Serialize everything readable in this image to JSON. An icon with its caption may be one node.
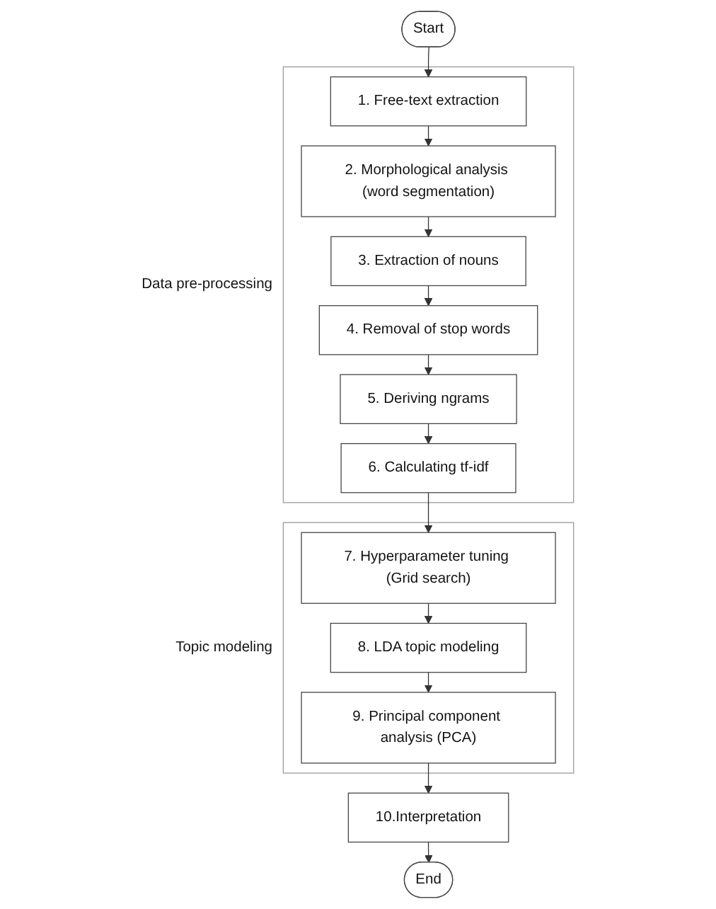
{
  "diagram": {
    "nodes": [
      {
        "text": [
          "Start"
        ]
      },
      {
        "text": [
          "Data pre-processing"
        ]
      },
      {
        "text": [
          "1. Free-text extraction"
        ],
        "in": 1
      },
      {
        "text": [
          "2. Morphological analysis (word segmentation)"
        ],
        "in": 1
      },
      {
        "text": [
          "3. Extraction of nouns"
        ],
        "in": 1
      },
      {
        "text": [
          "4. Removal of stop words"
        ],
        "in": 1
      },
      {
        "text": [
          "5. Deriving ngrams"
        ],
        "in": 1
      },
      {
        "text": [
          "6. Calculating tf-idf"
        ],
        "in": 1
      },
      {
        "text": [
          "Topic modeling"
        ]
      },
      {
        "text": [
          "7. Hyperparameter tuning (Grid search)"
        ],
        "in": 8
      },
      {
        "text": [
          "8. LDA topic modeling"
        ],
        "in": 8
      },
      {
        "text": [
          "9. Principal component analysis (PCA)"
        ],
        "in": 8
      },
      {
        "text": [
          "10.Interpretation"
        ]
      },
      {
        "text": [
          "End"
        ]
      }
    ],
    "edges": [
      {
        "from": 0,
        "to": 2,
        "arrow": "to"
      },
      {
        "from": 2,
        "to": 3,
        "arrow": "to"
      },
      {
        "from": 3,
        "to": 4,
        "arrow": "to"
      },
      {
        "from": 4,
        "to": 5,
        "arrow": "to"
      },
      {
        "from": 5,
        "to": 6,
        "arrow": "to"
      },
      {
        "from": 6,
        "to": 7,
        "arrow": "to"
      },
      {
        "from": 7,
        "to": 9,
        "arrow": "to"
      },
      {
        "from": 9,
        "to": 10,
        "arrow": "to"
      },
      {
        "from": 10,
        "to": 11,
        "arrow": "to"
      },
      {
        "from": 11,
        "to": 12,
        "arrow": "to"
      },
      {
        "from": 12,
        "to": 13,
        "arrow": "to"
      }
    ]
  }
}
